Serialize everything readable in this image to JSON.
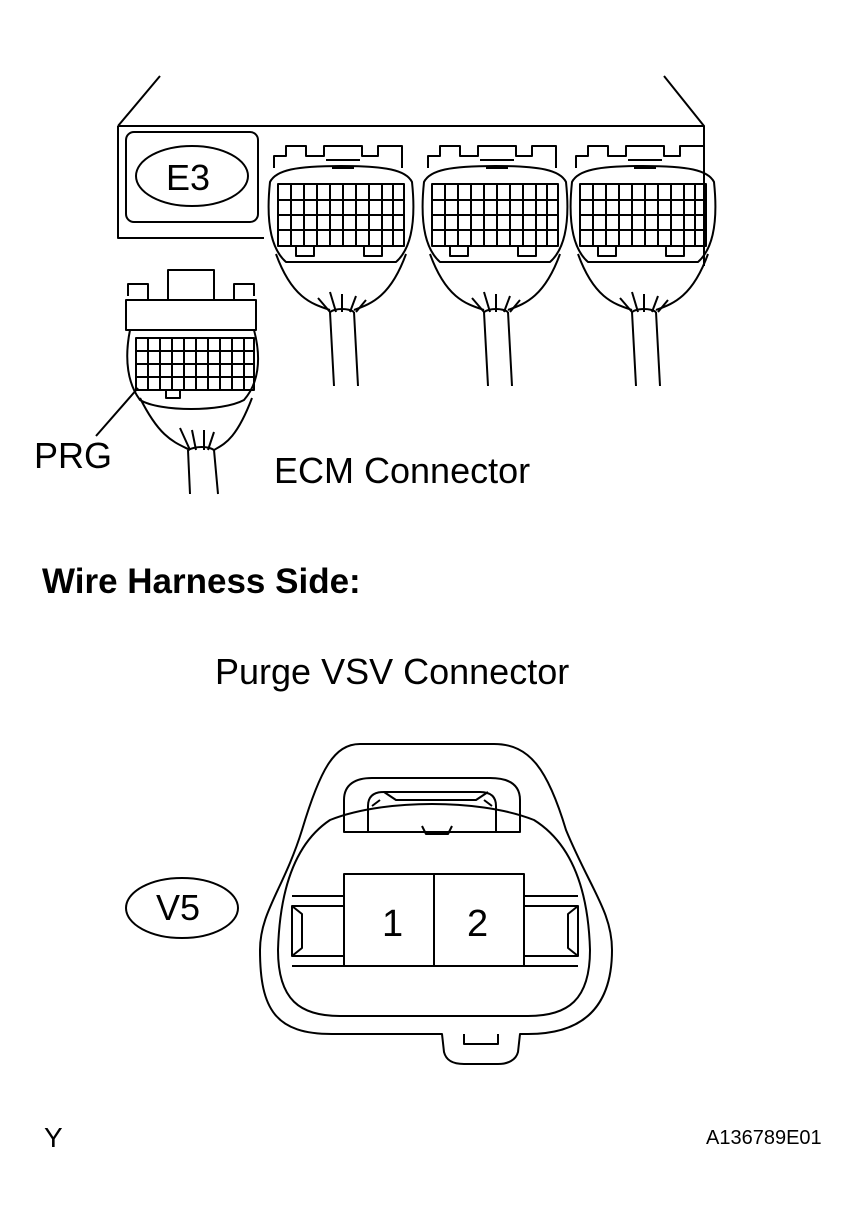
{
  "ecm": {
    "connector_code": "E3",
    "terminal_label": "PRG",
    "caption": "ECM Connector"
  },
  "section_heading": "Wire Harness Side:",
  "vsv": {
    "caption": "Purge VSV Connector",
    "connector_code": "V5",
    "pins": [
      "1",
      "2"
    ]
  },
  "footer": {
    "left_mark": "Y",
    "figure_code": "A136789E01"
  }
}
